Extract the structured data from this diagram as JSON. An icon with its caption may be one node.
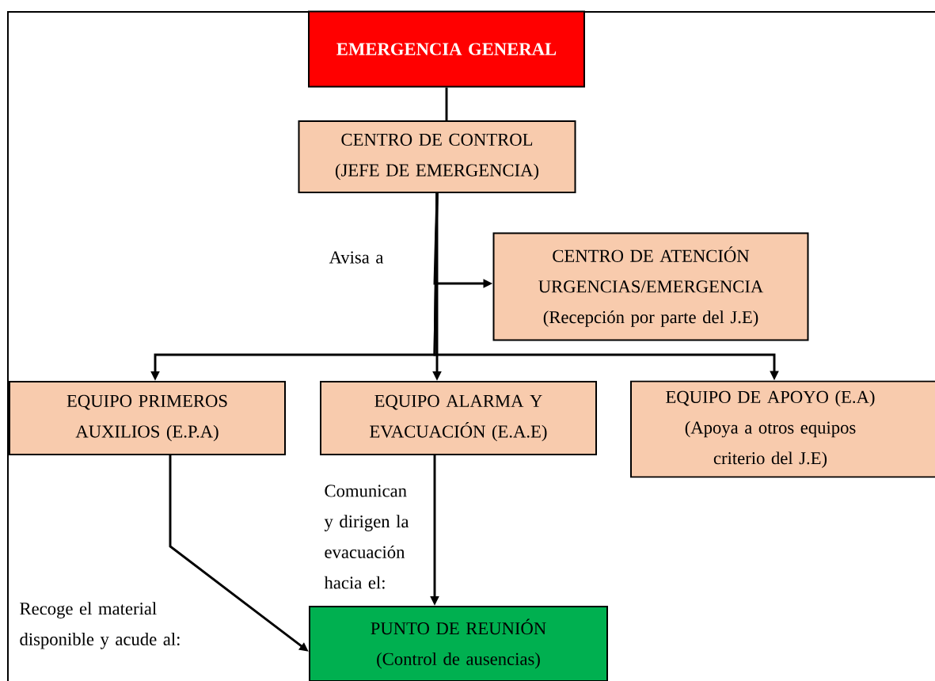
{
  "diagram": {
    "nodes": [
      {
        "text": [
          "EMERGENCIA GENERAL"
        ]
      },
      {
        "text": [
          "CENTRO DE CONTROL",
          "(JEFE DE EMERGENCIA)"
        ]
      },
      {
        "text": [
          "CENTRO DE ATENCIÓN URGENCIAS/EMERGENCIA",
          "(Recepción por parte del J.E)"
        ]
      },
      {
        "text": [
          "EQUIPO PRIMEROS AUXILIOS (E.P.A)"
        ]
      },
      {
        "text": [
          "EQUIPO ALARMA Y EVACUACIÓN (E.A.E)"
        ]
      },
      {
        "text": [
          "EQUIPO DE APOYO (E.A)",
          "(Apoya a otros equipos criterio del J.E)"
        ]
      },
      {
        "text": [
          "PUNTO DE REUNIÓN",
          "(Control de ausencias)"
        ]
      }
    ],
    "edges": [
      {
        "from": 0,
        "to": 1,
        "arrow": "none"
      },
      {
        "from": 1,
        "to": 2,
        "arrow": "to",
        "label": "Avisa a"
      },
      {
        "from": 1,
        "to": 3,
        "arrow": "to"
      },
      {
        "from": 1,
        "to": 4,
        "arrow": "to"
      },
      {
        "from": 1,
        "to": 5,
        "arrow": "to"
      },
      {
        "from": 3,
        "to": 6,
        "arrow": "to",
        "label": "Recoge el material disponible y acude al:"
      },
      {
        "from": 4,
        "to": 6,
        "arrow": "to",
        "label": "Comunican y dirigen la evacuación hacia el:"
      }
    ]
  }
}
